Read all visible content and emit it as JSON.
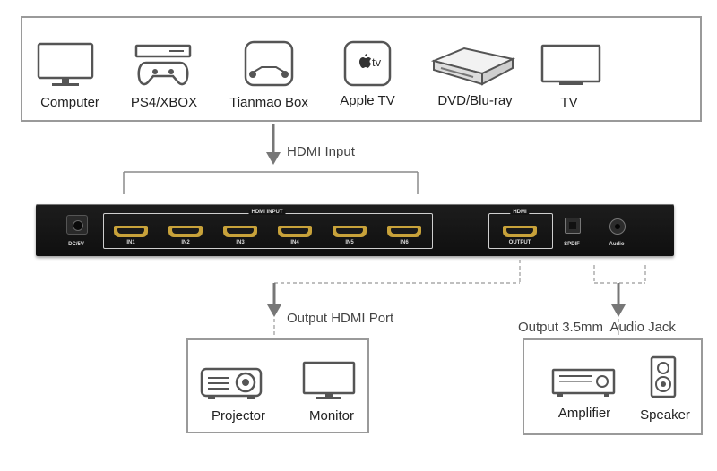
{
  "sources": [
    {
      "label": "Computer",
      "icon": "computer-monitor-icon"
    },
    {
      "label": "PS4/XBOX",
      "icon": "game-console-icon"
    },
    {
      "label": "Tianmao Box",
      "icon": "tv-box-icon"
    },
    {
      "label": "Apple TV",
      "icon": "apple-tv-icon"
    },
    {
      "label": "DVD/Blu-ray",
      "icon": "dvd-player-icon"
    },
    {
      "label": "TV",
      "icon": "tv-icon"
    }
  ],
  "apple_tv_mark": "tv",
  "hdmi_input_caption": "HDMI Input",
  "device": {
    "dc_label": "DC/5V",
    "input_group_title": "HDMI INPUT",
    "inputs": [
      "IN1",
      "IN2",
      "IN3",
      "IN4",
      "IN5",
      "IN6"
    ],
    "output_group_title": "HDMI",
    "output_label": "OUTPUT",
    "spdif_label": "SPDIF",
    "audio_label": "Audio"
  },
  "output_hdmi_caption": "Output HDMI Port",
  "audio_caption": "Output 3.5mm  Audio Jack",
  "video_outputs": [
    {
      "label": "Projector",
      "icon": "projector-icon"
    },
    {
      "label": "Monitor",
      "icon": "monitor-icon"
    }
  ],
  "audio_outputs": [
    {
      "label": "Amplifier",
      "icon": "amplifier-icon"
    },
    {
      "label": "Speaker",
      "icon": "speaker-icon"
    }
  ],
  "colors": {
    "port_gold": "#c8a23a",
    "device_body": "#151515",
    "line_gray": "#9a9a9a",
    "arrow_gray": "#777777"
  }
}
